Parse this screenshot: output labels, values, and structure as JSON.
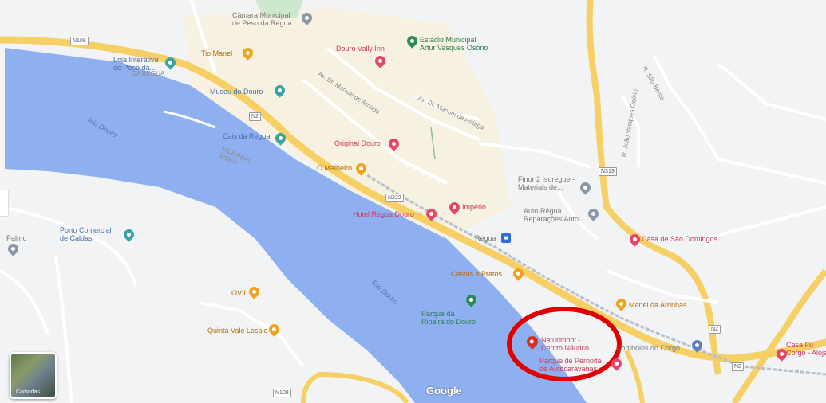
{
  "map": {
    "colors": {
      "land": "#f1f3f4",
      "water": "#8fb0f0",
      "highway": "#f6cf65",
      "major_road": "#f9e7a4",
      "minor_road": "#ffffff",
      "park": "#cde8cd",
      "annotation": "#e00000"
    },
    "places": [
      {
        "id": "camara",
        "label": "Câmara Municipal\nde Peso da Régua",
        "color": "grey",
        "icon": "grey-pin-icon"
      },
      {
        "id": "estadio",
        "label": "Estádio Municipal\nArtur Vasques Osório",
        "color": "green",
        "icon": "stadium-pin-icon"
      },
      {
        "id": "douro_vally",
        "label": "Douro Vally Inn",
        "color": "pink",
        "icon": "hotel-pin-icon"
      },
      {
        "id": "tio_manel",
        "label": "Tio Manel",
        "color": "orange",
        "icon": "restaurant-pin-icon"
      },
      {
        "id": "loja",
        "label": "Loja Interativa\nde Peso da...",
        "color": "blue",
        "icon": "tourism-pin-icon"
      },
      {
        "id": "museu",
        "label": "Museu do Douro",
        "color": "blue",
        "icon": "museum-pin-icon"
      },
      {
        "id": "cais",
        "label": "Cais da Régua",
        "color": "blue",
        "icon": "pier-pin-icon"
      },
      {
        "id": "original",
        "label": "Original Douro",
        "color": "pink",
        "icon": "hotel-pin-icon"
      },
      {
        "id": "malheiro",
        "label": "O Malheiro",
        "color": "orange",
        "icon": "restaurant-pin-icon"
      },
      {
        "id": "finor",
        "label": "Finor 2 Isuregue -\nMateriais de...",
        "color": "grey",
        "icon": "shop-pin-icon"
      },
      {
        "id": "auto_regua",
        "label": "Auto Régua\nReparações Auto",
        "color": "grey",
        "icon": "car-repair-pin-icon"
      },
      {
        "id": "imperio",
        "label": "Império",
        "color": "pink",
        "icon": "hotel-pin-icon"
      },
      {
        "id": "hotel_regua",
        "label": "Hotel Régua Douro",
        "color": "pink",
        "icon": "hotel-pin-icon"
      },
      {
        "id": "regua_station",
        "label": "Régua",
        "color": "grey",
        "icon": "train-station-icon"
      },
      {
        "id": "casa_sao_domingos",
        "label": "Casa de São Domingos",
        "color": "pink",
        "icon": "hotel-pin-icon"
      },
      {
        "id": "porto_comercial",
        "label": "Porto Comercial\nde Caldas",
        "color": "blue",
        "icon": "port-pin-icon"
      },
      {
        "id": "castas",
        "label": "Castas e Pratos",
        "color": "orange",
        "icon": "restaurant-pin-icon"
      },
      {
        "id": "parque_regua",
        "label": "Parque da\nRibeira do Douro",
        "color": "green",
        "icon": "park-pin-icon"
      },
      {
        "id": "ovil",
        "label": "OVIL",
        "color": "orange",
        "icon": "restaurant-pin-icon"
      },
      {
        "id": "manel_arrinhas",
        "label": "Manel da Arrinhas",
        "color": "orange",
        "icon": "restaurant-pin-icon"
      },
      {
        "id": "quinta_vale",
        "label": "Quinta Vale Locale",
        "color": "orange",
        "icon": "restaurant-pin-icon"
      },
      {
        "id": "naturimont",
        "label": "Naturimont -\nCentro Náutico",
        "color": "pink",
        "icon": "red-marker-pin-icon"
      },
      {
        "id": "parque_pernoita",
        "label": "Parque de Pernoita\nde Autocaravanas",
        "color": "pink",
        "icon": "rv-park-pin-icon"
      },
      {
        "id": "comboios",
        "label": "Comboios do Corgo",
        "color": "grey",
        "icon": "train-pin-icon"
      },
      {
        "id": "casa_corgo",
        "label": "Casa Fu\nCorgo - Alojame",
        "color": "pink",
        "icon": "hotel-pin-icon"
      },
      {
        "id": "palmo",
        "label": "Palmo",
        "color": "grey",
        "icon": "grey-pin-icon"
      }
    ],
    "rivers": [
      {
        "id": "rio_douro_1",
        "label": "Rio Douro"
      },
      {
        "id": "rio_douro_2",
        "label": "Rio Douro"
      }
    ],
    "streets": [
      {
        "id": "av_dr_manuel",
        "label": "Av. Dr. Manuel de Arriaga"
      },
      {
        "id": "av_dr_manuel_2",
        "label": "Av. Dr. Manuel de Arriaga"
      },
      {
        "id": "r_joao",
        "label": "R. João Vasques Osório"
      },
      {
        "id": "r_s_bento",
        "label": "R. São Bento"
      },
      {
        "id": "ifa",
        "label": "VILA REAL\nVISEU"
      },
      {
        "id": "dos_rios",
        "label": "DA RÉGUA"
      }
    ],
    "shields": [
      "N108",
      "N2",
      "N222",
      "N313",
      "N2",
      "N2",
      "N108"
    ],
    "layers_label": "Camadas",
    "google_logo": "Google"
  }
}
